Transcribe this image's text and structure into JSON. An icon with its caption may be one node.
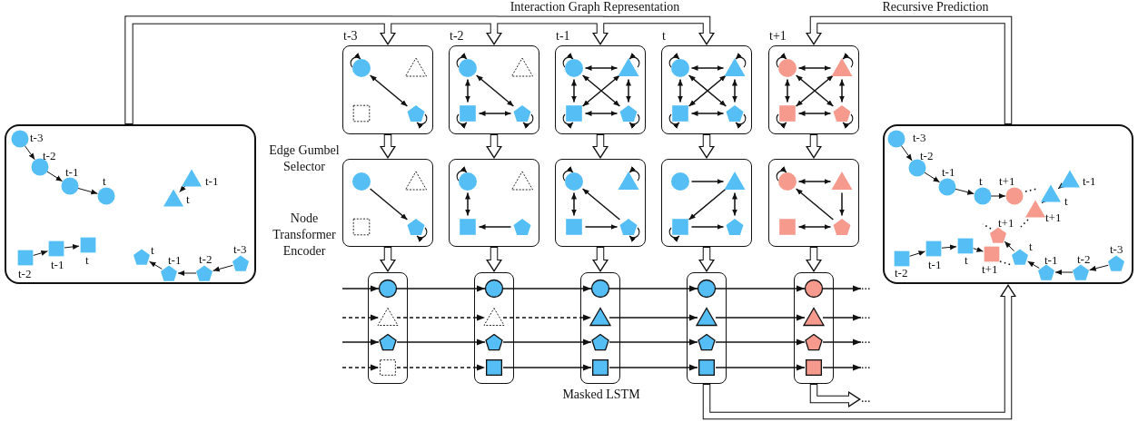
{
  "diagram": {
    "nodes": [
      {
        "text": [],
        "shape": "box"
      },
      {
        "text": [],
        "shape": "box",
        "beside": [
          "t-3"
        ]
      },
      {
        "text": [],
        "shape": "box",
        "beside": [
          "t-2"
        ]
      },
      {
        "text": [],
        "shape": "box",
        "beside": [
          "t-1"
        ]
      },
      {
        "text": [],
        "shape": "box",
        "beside": [
          "t"
        ]
      },
      {
        "text": [],
        "shape": "box",
        "beside": [
          "t+1"
        ]
      },
      {
        "text": [],
        "shape": "box"
      },
      {
        "text": [],
        "shape": "box"
      },
      {
        "text": [],
        "shape": "box"
      },
      {
        "text": [],
        "shape": "box"
      },
      {
        "text": [],
        "shape": "box"
      },
      {
        "text": [],
        "shape": "box"
      },
      {
        "text": [],
        "shape": "box"
      },
      {
        "text": [],
        "shape": "box"
      },
      {
        "text": [],
        "shape": "box"
      },
      {
        "text": [],
        "shape": "box"
      },
      {
        "text": [],
        "shape": "circle",
        "in": 11
      },
      {
        "text": [],
        "shape": "triangle",
        "in": 11
      },
      {
        "text": [],
        "shape": "pentagon",
        "in": 11
      },
      {
        "text": [],
        "shape": "square",
        "in": 11
      },
      {
        "text": [],
        "shape": "circle",
        "in": 12
      },
      {
        "text": [],
        "shape": "triangle",
        "in": 12
      },
      {
        "text": [],
        "shape": "pentagon",
        "in": 12
      },
      {
        "text": [],
        "shape": "square",
        "in": 12
      },
      {
        "text": [],
        "shape": "circle",
        "in": 13
      },
      {
        "text": [],
        "shape": "triangle",
        "in": 13
      },
      {
        "text": [],
        "shape": "pentagon",
        "in": 13
      },
      {
        "text": [],
        "shape": "square",
        "in": 13
      },
      {
        "text": [],
        "shape": "circle",
        "in": 14
      },
      {
        "text": [],
        "shape": "triangle",
        "in": 14
      },
      {
        "text": [],
        "shape": "pentagon",
        "in": 14
      },
      {
        "text": [],
        "shape": "square",
        "in": 14
      },
      {
        "text": [],
        "shape": "circle",
        "in": 15
      },
      {
        "text": [],
        "shape": "triangle",
        "in": 15
      },
      {
        "text": [],
        "shape": "pentagon",
        "in": 15
      },
      {
        "text": [],
        "shape": "square",
        "in": 15
      },
      {
        "text": [],
        "shape": "box"
      },
      {
        "text": [
          "..."
        ]
      },
      {
        "text": [
          "..."
        ]
      },
      {
        "text": [
          "..."
        ]
      },
      {
        "text": [
          "..."
        ]
      },
      {
        "text": [
          "..."
        ]
      }
    ],
    "edges": [
      {
        "from": 0,
        "to": 1,
        "arrow": "to",
        "style": "thick"
      },
      {
        "from": 0,
        "to": 2,
        "arrow": "to",
        "style": "thick"
      },
      {
        "from": 0,
        "to": 3,
        "arrow": "to",
        "style": "thick"
      },
      {
        "from": 0,
        "to": 4,
        "arrow": "to",
        "style": "thick"
      },
      {
        "from": 36,
        "to": 5,
        "arrow": "to",
        "style": "thick"
      },
      {
        "from": 1,
        "to": 6,
        "arrow": "to",
        "style": "thick"
      },
      {
        "from": 2,
        "to": 7,
        "arrow": "to",
        "style": "thick"
      },
      {
        "from": 3,
        "to": 8,
        "arrow": "to",
        "style": "thick"
      },
      {
        "from": 4,
        "to": 9,
        "arrow": "to",
        "style": "thick"
      },
      {
        "from": 5,
        "to": 10,
        "arrow": "to",
        "style": "thick"
      },
      {
        "from": 6,
        "to": 11,
        "arrow": "to",
        "style": "thick"
      },
      {
        "from": 7,
        "to": 12,
        "arrow": "to",
        "style": "thick"
      },
      {
        "from": 8,
        "to": 13,
        "arrow": "to",
        "style": "thick"
      },
      {
        "from": 9,
        "to": 14,
        "arrow": "to",
        "style": "thick"
      },
      {
        "from": 10,
        "to": 15,
        "arrow": "to",
        "style": "thick"
      },
      {
        "from": 14,
        "to": 36,
        "arrow": "to",
        "style": "thick"
      },
      {
        "from": 15,
        "to": 41,
        "arrow": "to",
        "style": "thick"
      },
      {
        "from": null,
        "to": 16,
        "arrow": "to"
      },
      {
        "from": 16,
        "to": 20,
        "arrow": "to"
      },
      {
        "from": 20,
        "to": 24,
        "arrow": "to"
      },
      {
        "from": 24,
        "to": 28,
        "arrow": "to"
      },
      {
        "from": 28,
        "to": 32,
        "arrow": "to"
      },
      {
        "from": 32,
        "to": 37,
        "arrow": "to"
      },
      {
        "from": null,
        "to": 17,
        "arrow": "to",
        "style": "dashed"
      },
      {
        "from": 17,
        "to": 21,
        "arrow": "to",
        "style": "dashed"
      },
      {
        "from": 21,
        "to": 25,
        "arrow": "to",
        "style": "dashed"
      },
      {
        "from": 25,
        "to": 29,
        "arrow": "to"
      },
      {
        "from": 29,
        "to": 33,
        "arrow": "to"
      },
      {
        "from": 33,
        "to": 38,
        "arrow": "to"
      },
      {
        "from": null,
        "to": 18,
        "arrow": "to"
      },
      {
        "from": 18,
        "to": 22,
        "arrow": "to"
      },
      {
        "from": 22,
        "to": 26,
        "arrow": "to"
      },
      {
        "from": 26,
        "to": 30,
        "arrow": "to"
      },
      {
        "from": 30,
        "to": 34,
        "arrow": "to"
      },
      {
        "from": 34,
        "to": 39,
        "arrow": "to"
      },
      {
        "from": null,
        "to": 19,
        "arrow": "to",
        "style": "dashed"
      },
      {
        "from": 19,
        "to": 23,
        "arrow": "to",
        "style": "dashed"
      },
      {
        "from": 23,
        "to": 27,
        "arrow": "to"
      },
      {
        "from": 27,
        "to": 31,
        "arrow": "to"
      },
      {
        "from": 31,
        "to": 35,
        "arrow": "to"
      },
      {
        "from": 35,
        "to": 40,
        "arrow": "to"
      }
    ],
    "labels": [
      "Interaction Graph Representation",
      "Recursive Prediction",
      "Edge Gumbel Selector",
      "Node Transformer Encoder",
      "Masked LSTM",
      "t-3",
      "t-2",
      "t-1",
      "t",
      "t-1",
      "t",
      "t-2",
      "t-1",
      "t",
      "t",
      "t-1",
      "t-2",
      "t-3",
      "t-3",
      "t-2",
      "t-1",
      "t",
      "t+1",
      "t-1",
      "t",
      "t+1",
      "t+1",
      "t-2",
      "t-1",
      "t",
      "t+1",
      "t",
      "t-1",
      "t-2",
      "t-3"
    ]
  }
}
